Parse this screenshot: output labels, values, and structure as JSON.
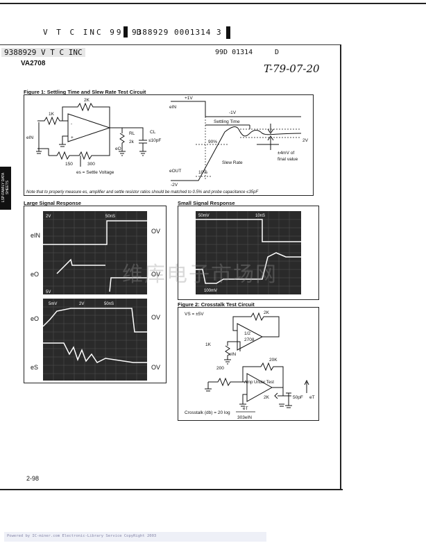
{
  "header": {
    "top_line": "V T C INC 99D D",
    "top_code": "9388929 0001314 3",
    "second_left": "9388929 V T C INC",
    "second_mid": "99D 01314",
    "second_right": "D",
    "part": "VA2708",
    "handwritten": "T-79-07-20"
  },
  "side_tab": "LSP-FAMILY DATA SHEETS",
  "fig1": {
    "title": "Figure 1: Settling Time and Slew Rate Test Circuit",
    "note": "Note that to properly measure es, amplifier and settle resistor ratios should be matched to 0.5% and probe capacitance ≤35pF",
    "labels": {
      "r_feedback": "2K",
      "r_in": "1K",
      "e_in": "eIN",
      "r_l": "RL",
      "r_l_val": "2k",
      "c_l": "CL",
      "c_l_val": "≤10pF",
      "e_o": "eO",
      "r_150": "150",
      "r_300": "300",
      "e_s": "es = Settle Voltage",
      "plus1v": "+1V",
      "e_in_wave": "eIN",
      "minus1v": "-1V",
      "settling": "Settling Time",
      "pct90": "90%",
      "two_v": "2V",
      "pm4mv": "±4mV of",
      "final": "final value",
      "slew": "Slew Rate",
      "e_out": "eOUT",
      "pct10": "10%",
      "minus2v": "-2V"
    }
  },
  "large_signal": {
    "title": "Large Signal Response",
    "scope1": {
      "tl": "2V",
      "tr": "50nS",
      "bl": "5V",
      "e1": "eIN",
      "e2": "eO",
      "ov1": "OV",
      "ov2": "OV"
    },
    "scope2": {
      "t1": "5mV",
      "t2": "2V",
      "t3": "50nS",
      "e1": "eO",
      "e2": "eS",
      "ov1": "OV",
      "ov2": "OV"
    }
  },
  "small_signal": {
    "title": "Small Signal Response",
    "t1": "50mV",
    "t2": "10nS",
    "b1": "100mV"
  },
  "fig2": {
    "title": "Figure 2: Crosstalk Test Circuit",
    "vs": "VS = ±5V",
    "r2k": "2K",
    "half": "1/2",
    "part": "2708",
    "r1k": "1K",
    "ein": "eIN",
    "r200": "200",
    "r20k": "20K",
    "amp": "Amp Under Test",
    "r2k_load": "2K",
    "c50": "50pF",
    "et": "eT",
    "formula_left": "Crosstalk (db) = 20 log",
    "formula_num": "eT",
    "formula_den": "303eIN"
  },
  "page_no": "2-98",
  "watermark": "维库电子市场网",
  "footer": "Powered by IC-miner.com Electronic-Library Service CopyRight 2003"
}
